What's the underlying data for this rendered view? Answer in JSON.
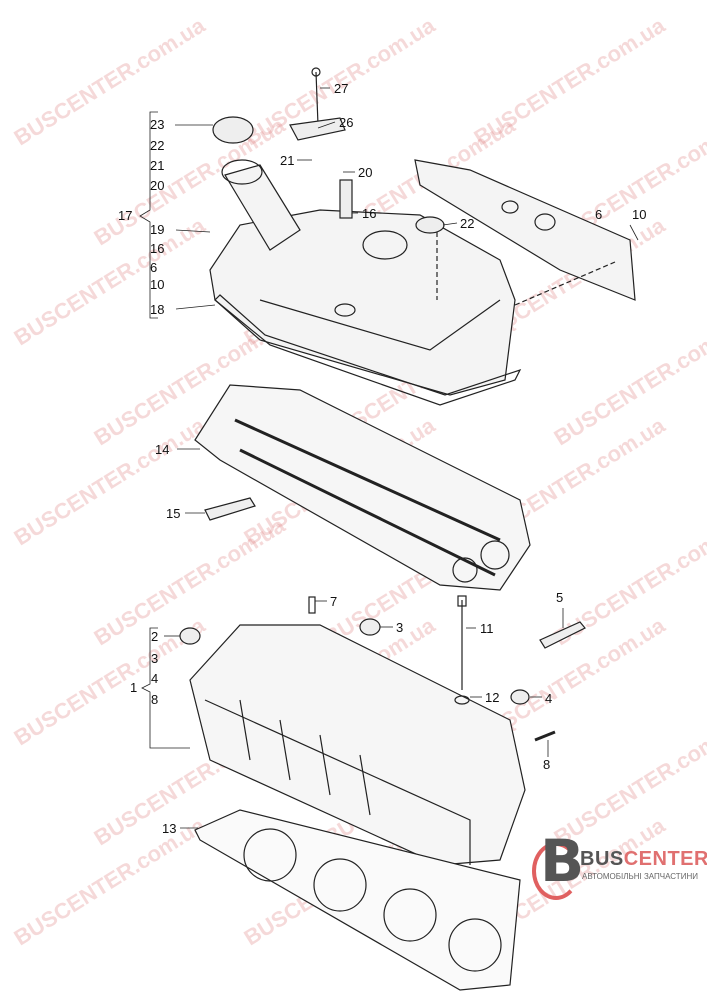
{
  "watermark": "BUSCENTER.com.ua",
  "logo": {
    "brand_part1": "BUS",
    "brand_part2": "CENTER",
    "subtitle": "АВТОМОБІЛЬНІ ЗАПЧАСТИНИ",
    "accent_color": "#e07070"
  },
  "callouts": {
    "n27": "27",
    "n26": "26",
    "n21b": "21",
    "n20b": "20",
    "n16b": "16",
    "n22b": "22",
    "n6b": "6",
    "n10b": "10",
    "group17": {
      "label": "17",
      "items": [
        "23",
        "22",
        "21",
        "20",
        "19",
        "16",
        "6",
        "10",
        "18"
      ]
    },
    "n14": "14",
    "n15": "15",
    "n7": "7",
    "n3b": "3",
    "n11": "11",
    "n5": "5",
    "group1": {
      "label": "1",
      "items": [
        "2",
        "3",
        "4",
        "8"
      ]
    },
    "n12": "12",
    "n4b": "4",
    "n8b": "8",
    "n13": "13"
  }
}
